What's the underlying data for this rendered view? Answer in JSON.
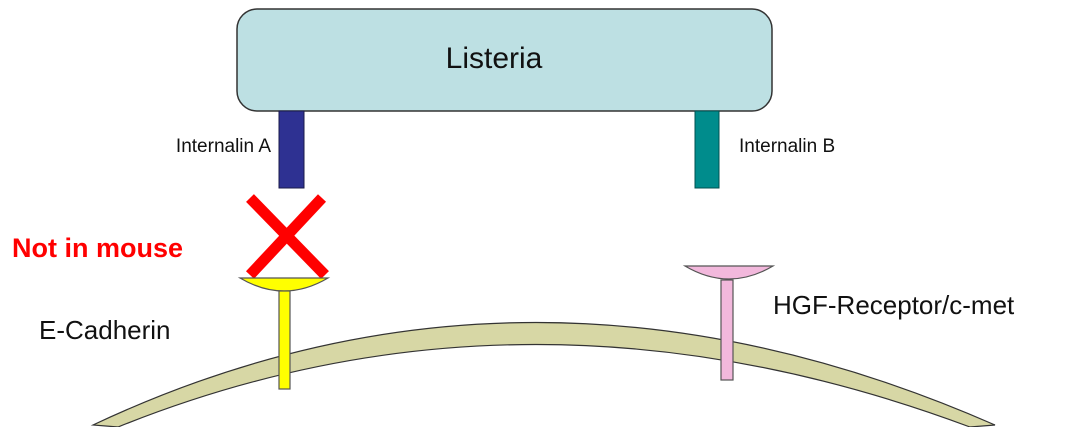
{
  "bacterium": {
    "label": "Listeria",
    "fill": "#bde0e3"
  },
  "proteins": {
    "internalin_a": {
      "label": "Internalin A",
      "color": "#2e3192"
    },
    "internalin_b": {
      "label": "Internalin B",
      "color": "#008c8c"
    }
  },
  "receptors": {
    "e_cadherin": {
      "label": "E-Cadherin",
      "color": "#ffff00"
    },
    "hgf_receptor": {
      "label": "HGF-Receptor/c-met",
      "color": "#f2b8dc"
    }
  },
  "annotation": {
    "label": "Not in mouse",
    "color": "#ff0000"
  },
  "membrane": {
    "fill": "#d7d7a5"
  }
}
